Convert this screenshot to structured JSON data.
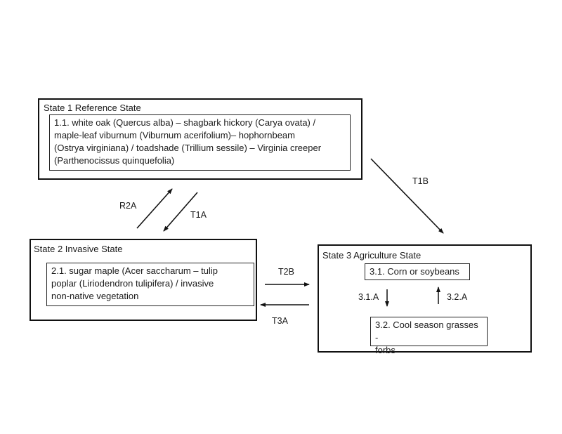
{
  "states": [
    {
      "title": "State 1 Reference State",
      "communities": [
        {
          "lines": [
            "1.1. white oak (Quercus alba) – shagbark hickory (Carya ovata) /",
            "maple-leaf viburnum (Viburnum acerifolium)– hophornbeam",
            "(Ostrya virginiana) /  toadshade (Trillium sessile) – Virginia creeper",
            "(Parthenocissus quinquefolia)"
          ]
        }
      ]
    },
    {
      "title": "State 2 Invasive State",
      "communities": [
        {
          "lines": [
            "2.1. sugar maple (Acer saccharum – tulip",
            "poplar (Liriodendron tulipifera) / invasive",
            "non-native vegetation"
          ]
        }
      ]
    },
    {
      "title": "State 3  Agriculture State",
      "communities": [
        {
          "lines": [
            "3.1. Corn or soybeans"
          ]
        },
        {
          "lines": [
            "3.2. Cool season grasses -",
            "forbs"
          ]
        }
      ]
    }
  ],
  "transitions": [
    {
      "label": "T1B",
      "from": "State 1",
      "to": "State 3"
    },
    {
      "label": "R2A",
      "from": "State 2",
      "to": "State 1"
    },
    {
      "label": "T1A",
      "from": "State 1",
      "to": "State 2"
    },
    {
      "label": "T2B",
      "from": "State 2",
      "to": "State 3"
    },
    {
      "label": "T3A",
      "from": "State 3",
      "to": "State 2"
    },
    {
      "label": "3.1.A",
      "from": "3.1",
      "to": "3.2"
    },
    {
      "label": "3.2.A",
      "from": "3.2",
      "to": "3.1"
    }
  ]
}
